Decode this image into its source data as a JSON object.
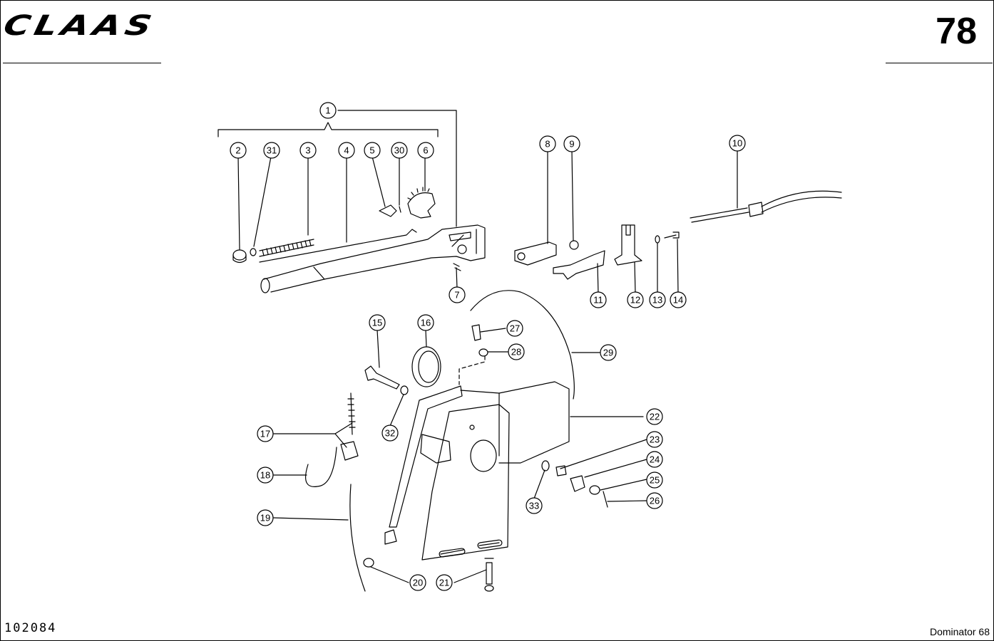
{
  "header": {
    "brand": "CLAAS",
    "page_number": "78"
  },
  "footer": {
    "drawing_number": "102084",
    "model": "Dominator 68"
  },
  "callouts": [
    "1",
    "2",
    "3",
    "4",
    "5",
    "6",
    "7",
    "8",
    "9",
    "10",
    "11",
    "12",
    "13",
    "14",
    "15",
    "16",
    "17",
    "18",
    "19",
    "20",
    "21",
    "22",
    "23",
    "24",
    "25",
    "26",
    "27",
    "28",
    "29",
    "30",
    "31",
    "32",
    "33"
  ]
}
